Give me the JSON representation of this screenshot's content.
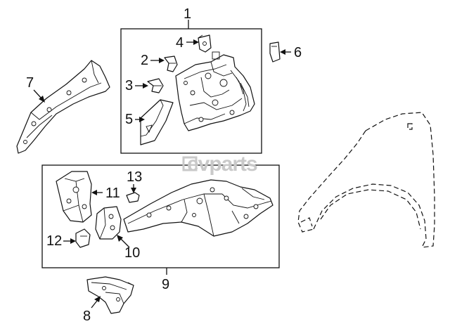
{
  "watermark": "evparts",
  "callouts": {
    "c1": "1",
    "c2": "2",
    "c3": "3",
    "c4": "4",
    "c5": "5",
    "c6": "6",
    "c7": "7",
    "c8": "8",
    "c9": "9",
    "c10": "10",
    "c11": "11",
    "c12": "12",
    "c13": "13"
  },
  "colors": {
    "line": "#111111",
    "watermark": "#c9c9c9",
    "background": "#ffffff"
  }
}
